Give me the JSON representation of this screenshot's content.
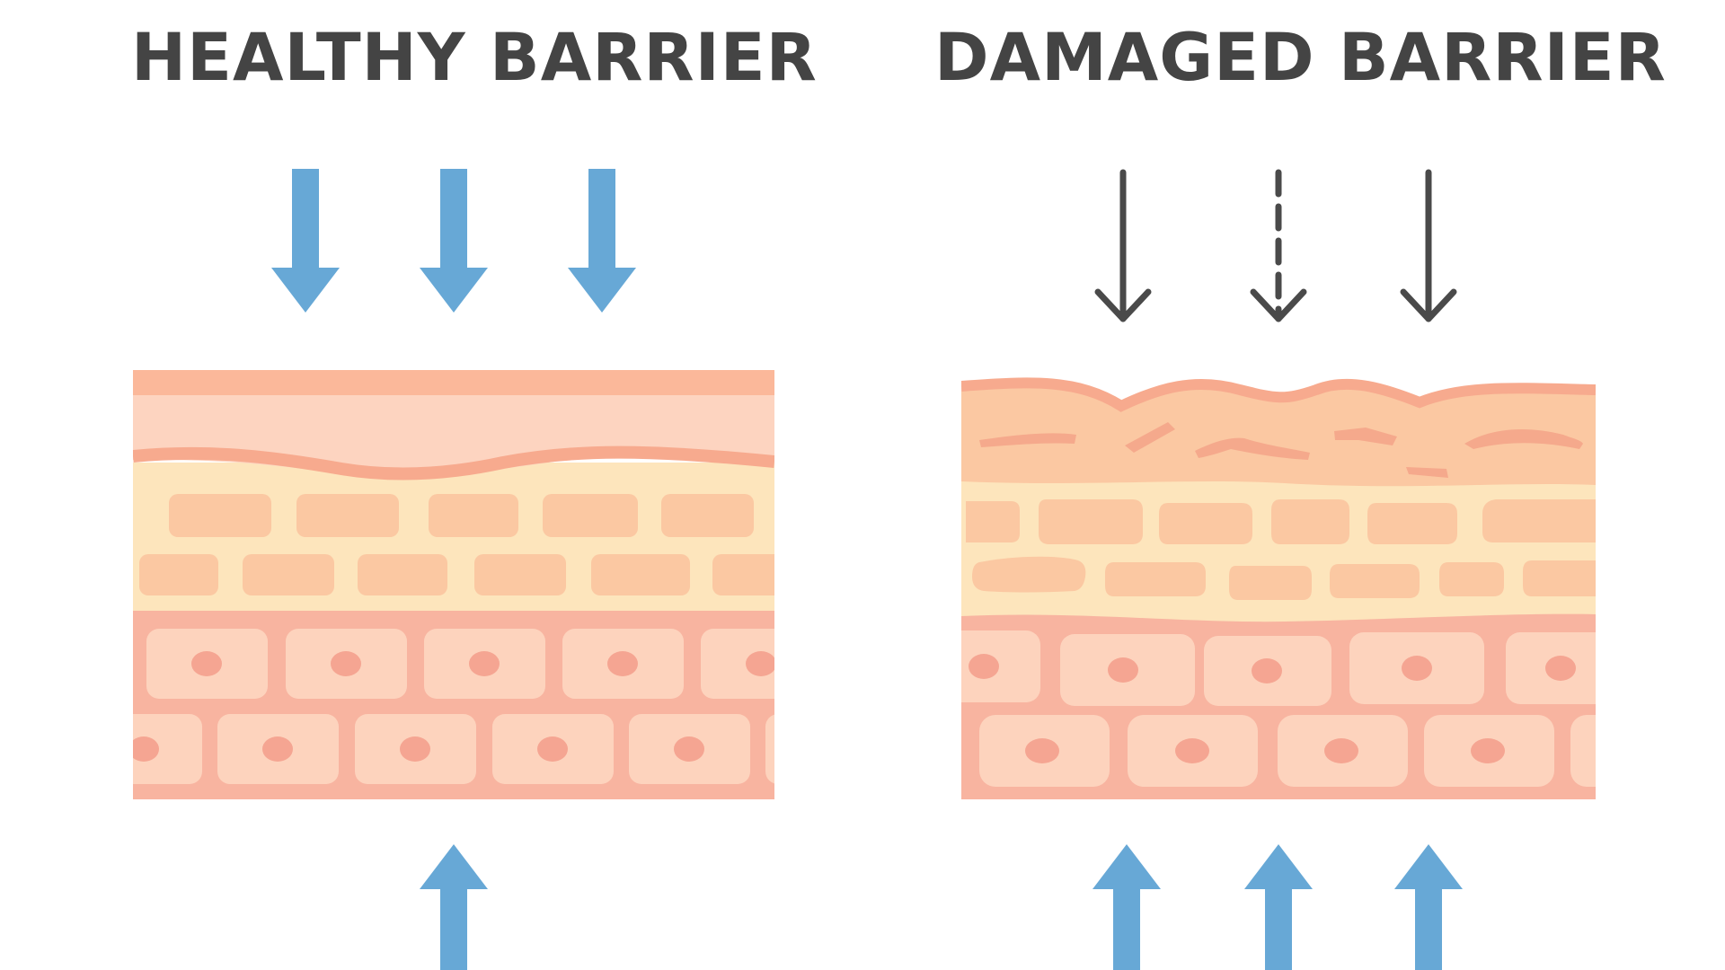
{
  "panels": [
    {
      "title": "HEALTHY BARRIER",
      "external_arrows": {
        "count": 3,
        "style": "solid-block"
      },
      "internal_arrows": {
        "count": 1,
        "style": "solid-block"
      },
      "surface": "smooth"
    },
    {
      "title": "DAMAGED BARRIER",
      "external_arrows": {
        "count": 3,
        "styles": [
          "thin-line",
          "thin-dashed",
          "thin-line"
        ]
      },
      "internal_arrows": {
        "count": 3,
        "style": "solid-block"
      },
      "surface": "wavy"
    }
  ],
  "colors": {
    "block_arrow": "#67a8d6",
    "thin_arrow": "#4a4a4a",
    "title": "#444444",
    "stratum_corneum": "#fbb89a",
    "upper_layer": "#fdd4c0",
    "lipid_layer": "#fde5bc",
    "lipid_bricks": "#fbc8a2",
    "cell_layer": "#f8b4a0",
    "cell": "#fdd3bd",
    "nucleus": "#f5a592"
  }
}
